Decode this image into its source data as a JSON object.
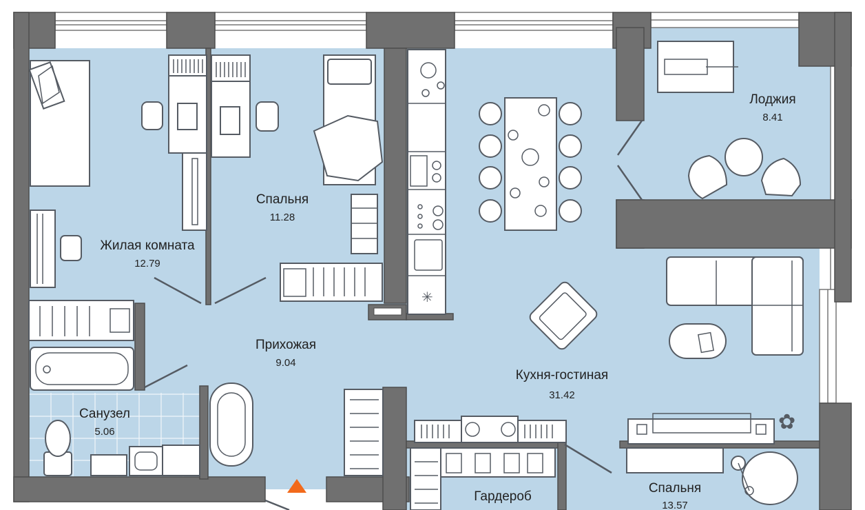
{
  "colors": {
    "floor": "#bcd6e8",
    "wall": "#707070",
    "wall_stroke": "#4d4d4d",
    "furniture_stroke": "#555b63",
    "entrance_marker": "#f26a1b",
    "background": "#ffffff"
  },
  "rooms": [
    {
      "key": "living_room",
      "name": "Жилая комната",
      "area": "12.79"
    },
    {
      "key": "bedroom_small",
      "name": "Спальня",
      "area": "11.28"
    },
    {
      "key": "loggia",
      "name": "Лоджия",
      "area": "8.41"
    },
    {
      "key": "hallway",
      "name": "Прихожая",
      "area": "9.04"
    },
    {
      "key": "kitchen_living",
      "name": "Кухня-гостиная",
      "area": "31.42"
    },
    {
      "key": "bathroom",
      "name": "Санузел",
      "area": "5.06"
    },
    {
      "key": "wardrobe",
      "name": "Гардероб",
      "area": ""
    },
    {
      "key": "bedroom_large",
      "name": "Спальня",
      "area": "13.57"
    }
  ],
  "icons": {
    "entrance": "entrance-arrow-icon"
  }
}
